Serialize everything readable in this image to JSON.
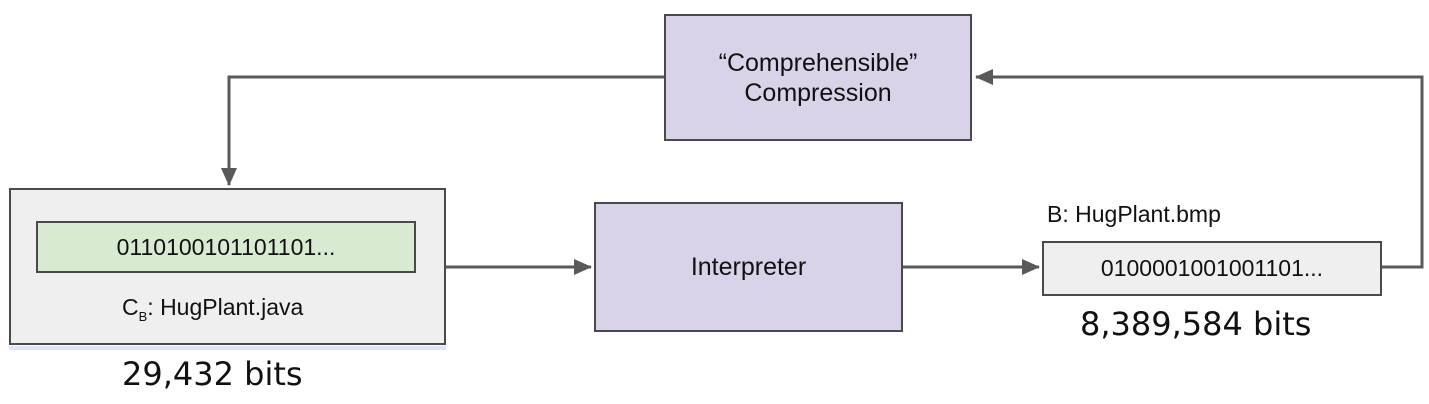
{
  "compression": {
    "line1": "“Comprehensible”",
    "line2": "Compression"
  },
  "interpreter": {
    "label": "Interpreter"
  },
  "source": {
    "bits": "0110100101101101...",
    "label_prefix": "C",
    "label_subscript": "B",
    "label_suffix": ": HugPlant.java",
    "size": "29,432 bits"
  },
  "output": {
    "label": "B: HugPlant.bmp",
    "bits": "0100001001001101...",
    "size": "8,389,584 bits"
  },
  "colors": {
    "process_fill": "#d9d2e9",
    "source_bits_fill": "#d9ead3",
    "panel_fill": "#efefef",
    "stroke": "#4a4a4a",
    "arrow": "#595959"
  }
}
